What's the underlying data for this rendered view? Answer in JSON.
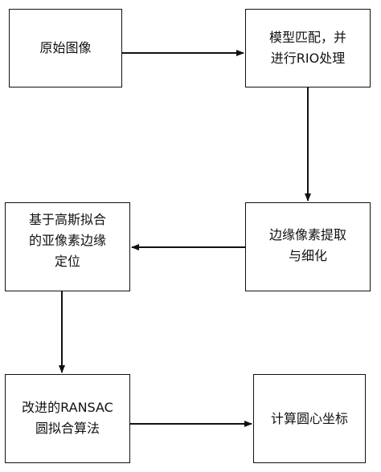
{
  "flowchart": {
    "boxes": [
      {
        "id": "original-image",
        "label": "原始图像"
      },
      {
        "id": "template-matching",
        "label": "模型匹配，并\n进行RIO处理"
      },
      {
        "id": "edge-extraction",
        "label": "边缘像素提取\n与细化"
      },
      {
        "id": "subpixel-localization",
        "label": "基于高斯拟合\n的亚像素边缘\n定位"
      },
      {
        "id": "improved-ransac",
        "label": "改进的RANSAC\n圆拟合算法"
      },
      {
        "id": "circle-center",
        "label": "计算圆心坐标"
      }
    ]
  }
}
